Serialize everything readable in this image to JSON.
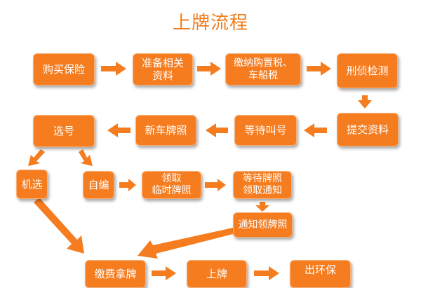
{
  "title": "上牌流程",
  "nodes": {
    "buy_insurance": "购买保险",
    "prepare_docs": [
      "准备相关",
      "资料"
    ],
    "pay_tax": [
      "缴纳购置税、",
      "车船税"
    ],
    "police_inspection": "刑侦检测",
    "submit_docs": "提交资料",
    "wait_call": "等待叫号",
    "new_plate": "新车牌照",
    "select_number": "选号",
    "machine_select": "机选",
    "self_select": "自编",
    "temp_plate": [
      "领取",
      "临时牌照"
    ],
    "wait_plate_notice": [
      "等待牌照",
      "领取通知"
    ],
    "notify_pickup": "通知领牌照",
    "pay_fee_get_plate": "缴费拿牌",
    "mount_plate": "上牌",
    "env_label": "出环保"
  },
  "colors": {
    "box": "#f57c1f",
    "arrow": "#f57c1f",
    "title": "#f07d1d"
  }
}
